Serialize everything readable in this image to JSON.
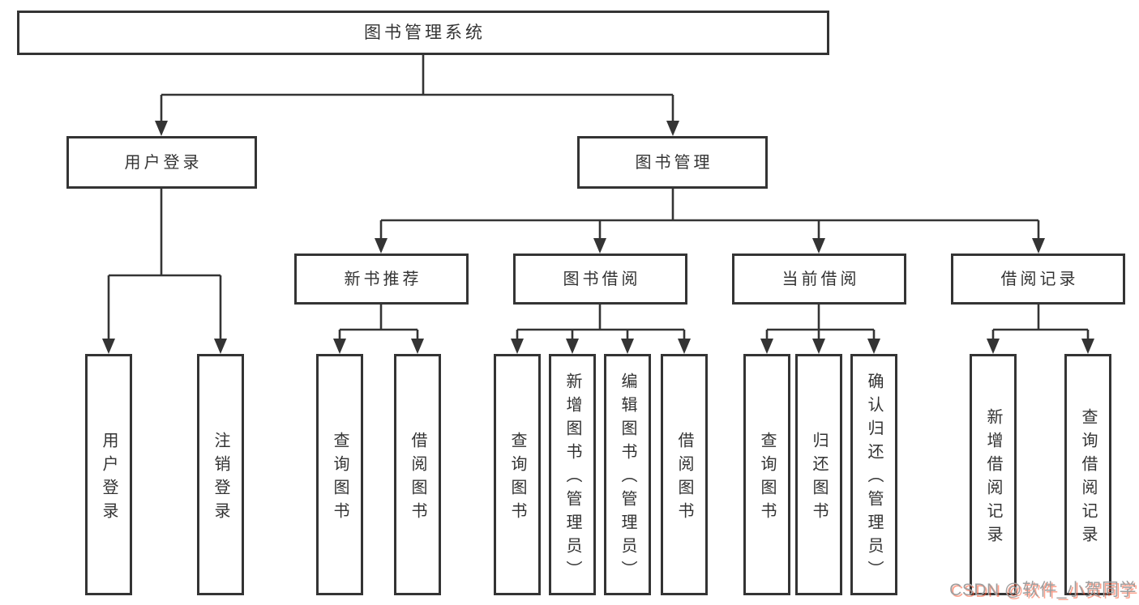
{
  "colors": {
    "line": "#343434",
    "box_border": "#343434",
    "text": "#333333",
    "background": "#ffffff",
    "watermark_gray": "#9e9e9e",
    "watermark_red": "#fc5531"
  },
  "tree": {
    "root": {
      "label": "图书管理系统"
    },
    "branches": [
      {
        "label": "用户登录",
        "children": [
          {
            "label": "用户登录"
          },
          {
            "label": "注销登录"
          }
        ]
      },
      {
        "label": "图书管理",
        "children": [
          {
            "label": "新书推荐",
            "children": [
              {
                "label": "查询图书"
              },
              {
                "label": "借阅图书"
              }
            ]
          },
          {
            "label": "图书借阅",
            "children": [
              {
                "label": "查询图书"
              },
              {
                "label": "新增图书（管理员）"
              },
              {
                "label": "编辑图书（管理员）"
              },
              {
                "label": "借阅图书"
              }
            ]
          },
          {
            "label": "当前借阅",
            "children": [
              {
                "label": "查询图书"
              },
              {
                "label": "归还图书"
              },
              {
                "label": "确认归还（管理员）"
              }
            ]
          },
          {
            "label": "借阅记录",
            "children": [
              {
                "label": "新增借阅记录"
              },
              {
                "label": "查询借阅记录"
              }
            ]
          }
        ]
      }
    ]
  },
  "watermark": {
    "text": "CSDN @软件_小贺同学"
  }
}
